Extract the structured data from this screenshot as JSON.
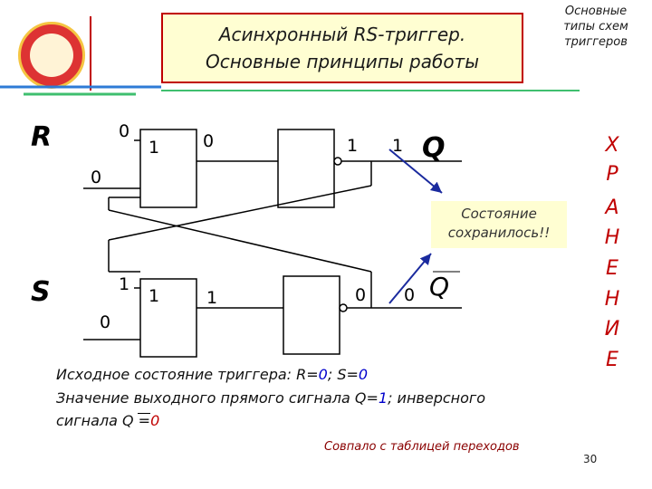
{
  "header": {
    "title_line1": "Асинхронный RS-триггер.",
    "title_line2": "Основные принципы работы",
    "corner_note_line1": "Основные",
    "corner_note_line2": "типы схем",
    "corner_note_line3": "триггеров"
  },
  "side_word": [
    "Х",
    "Р",
    "А",
    "Н",
    "Е",
    "Н",
    "И",
    "Е"
  ],
  "diagram": {
    "input_r_label": "R",
    "input_s_label": "S",
    "output_q_label": "Q",
    "output_q_inv_label": "Q",
    "signals": {
      "r_top": "0",
      "r_left": "0",
      "gate1_in_top": "1",
      "gate1_out": "0",
      "gate2_out_left": "1",
      "q_value": "1",
      "s_top": "1",
      "s_left": "0",
      "gate3_in_top": "1",
      "gate3_out": "1",
      "gate4_out_left": "0",
      "q_inv_value": "0"
    },
    "state_note_line1": "Состояние",
    "state_note_line2": "сохранилось!!"
  },
  "text": {
    "line1_prefix": "Исходное состояние триггера: R=",
    "line1_r": "0",
    "line1_mid": "; S=",
    "line1_s": "0",
    "line2_prefix": "Значение выходного прямого сигнала Q=",
    "line2_q": "1",
    "line2_suffix": "; инверсного",
    "line3_prefix": "сигнала Q =",
    "line3_q": "0",
    "match_note": "Совпало  с  таблицей переходов"
  },
  "footer": {
    "slide_number": "30"
  },
  "colors": {
    "accent_red": "#c00000",
    "signal_blue": "#0000cc",
    "title_bg": "#fffed2"
  }
}
